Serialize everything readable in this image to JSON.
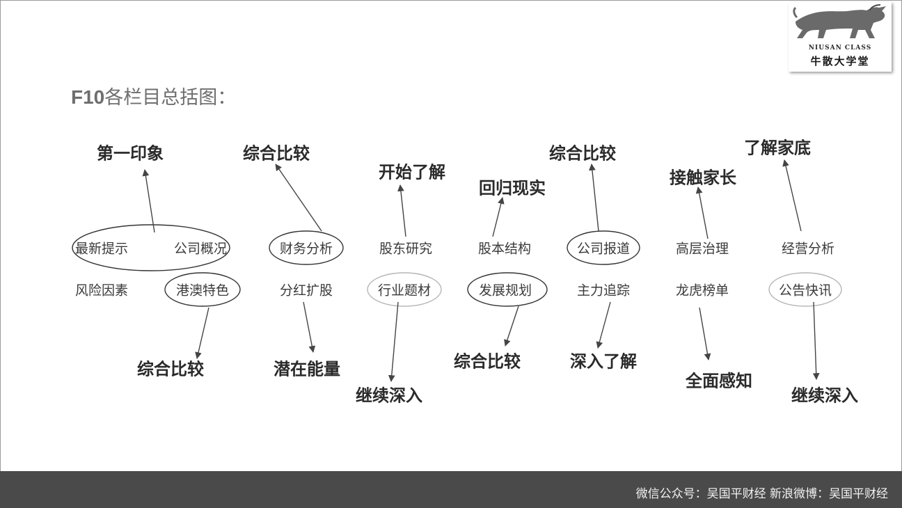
{
  "logo": {
    "en": "NIUSAN CLASS",
    "cn": "牛散大学堂",
    "icon": "bull-icon"
  },
  "title": {
    "prefix": "F10",
    "rest": "各栏目总括图："
  },
  "items": [
    {
      "id": "tips",
      "text": "最新提示",
      "circled": false
    },
    {
      "id": "overview",
      "text": "公司概况",
      "circled": false
    },
    {
      "id": "finance",
      "text": "财务分析",
      "circled": true
    },
    {
      "id": "holders",
      "text": "股东研究",
      "circled": false
    },
    {
      "id": "structure",
      "text": "股本结构",
      "circled": false
    },
    {
      "id": "reports",
      "text": "公司报道",
      "circled": true
    },
    {
      "id": "governance",
      "text": "高层治理",
      "circled": false
    },
    {
      "id": "operations",
      "text": "经营分析",
      "circled": false
    },
    {
      "id": "risk",
      "text": "风险因素",
      "circled": false
    },
    {
      "id": "hkmacau",
      "text": "港澳特色",
      "circled": true
    },
    {
      "id": "dividend",
      "text": "分红扩股",
      "circled": false
    },
    {
      "id": "industry",
      "text": "行业题材",
      "circled": true
    },
    {
      "id": "plan",
      "text": "发展规划",
      "circled": true
    },
    {
      "id": "mainforce",
      "text": "主力追踪",
      "circled": false
    },
    {
      "id": "dragon",
      "text": "龙虎榜单",
      "circled": false
    },
    {
      "id": "announce",
      "text": "公告快讯",
      "circled": true
    }
  ],
  "labels": [
    {
      "id": "first-impression",
      "text": "第一印象"
    },
    {
      "id": "compare-1",
      "text": "综合比较"
    },
    {
      "id": "start-understand",
      "text": "开始了解"
    },
    {
      "id": "back-reality",
      "text": "回归现实"
    },
    {
      "id": "compare-2",
      "text": "综合比较"
    },
    {
      "id": "contact-head",
      "text": "接触家长"
    },
    {
      "id": "know-family",
      "text": "了解家底"
    },
    {
      "id": "compare-3",
      "text": "综合比较"
    },
    {
      "id": "potential",
      "text": "潜在能量"
    },
    {
      "id": "continue-1",
      "text": "继续深入"
    },
    {
      "id": "compare-4",
      "text": "综合比较"
    },
    {
      "id": "deep-understand",
      "text": "深入了解"
    },
    {
      "id": "full-perception",
      "text": "全面感知"
    },
    {
      "id": "continue-2",
      "text": "继续深入"
    }
  ],
  "footer": {
    "text": "微信公众号：吴国平财经    新浪微博：吴国平财经"
  }
}
